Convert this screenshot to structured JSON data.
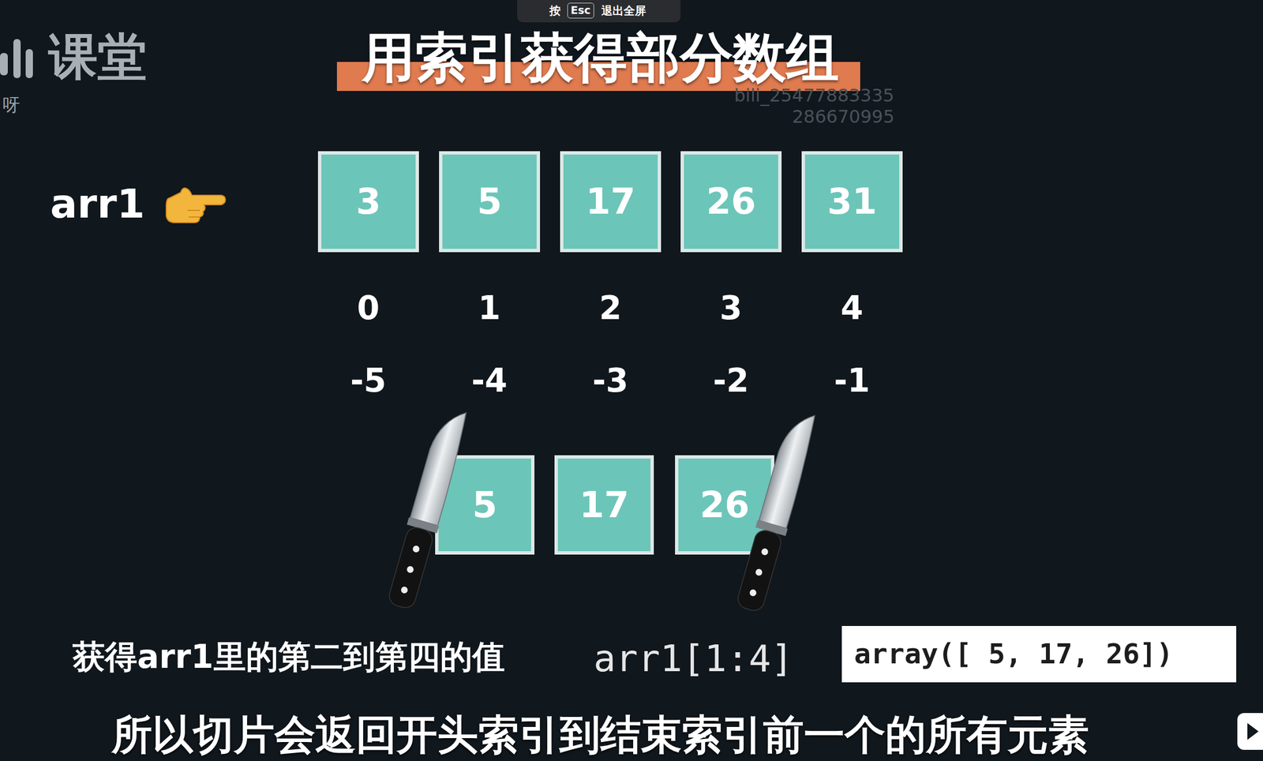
{
  "diagram": {
    "title": "用索引获得部分数组",
    "caption": "所以切片会返回开头索引到结束索引前一个的所有元素",
    "nodes": [
      {
        "text": [
          "3"
        ]
      },
      {
        "text": [
          "5"
        ]
      },
      {
        "text": [
          "17"
        ]
      },
      {
        "text": [
          "26"
        ]
      },
      {
        "text": [
          "31"
        ]
      },
      {
        "text": [
          "5"
        ]
      },
      {
        "text": [
          "17"
        ]
      },
      {
        "text": [
          "26"
        ]
      },
      {
        "text": [
          "array([ 5, 17, 26])"
        ]
      }
    ],
    "labels": [
      "按",
      "Esc",
      "退出全屏",
      "课堂",
      "呀",
      "bili_25477883335",
      "286670995",
      "arr1",
      "0",
      "1",
      "2",
      "3",
      "4",
      "-5",
      "-4",
      "-3",
      "-2",
      "-1",
      "获得arr1里的第二到第四的值",
      "arr1[1:4]"
    ]
  }
}
